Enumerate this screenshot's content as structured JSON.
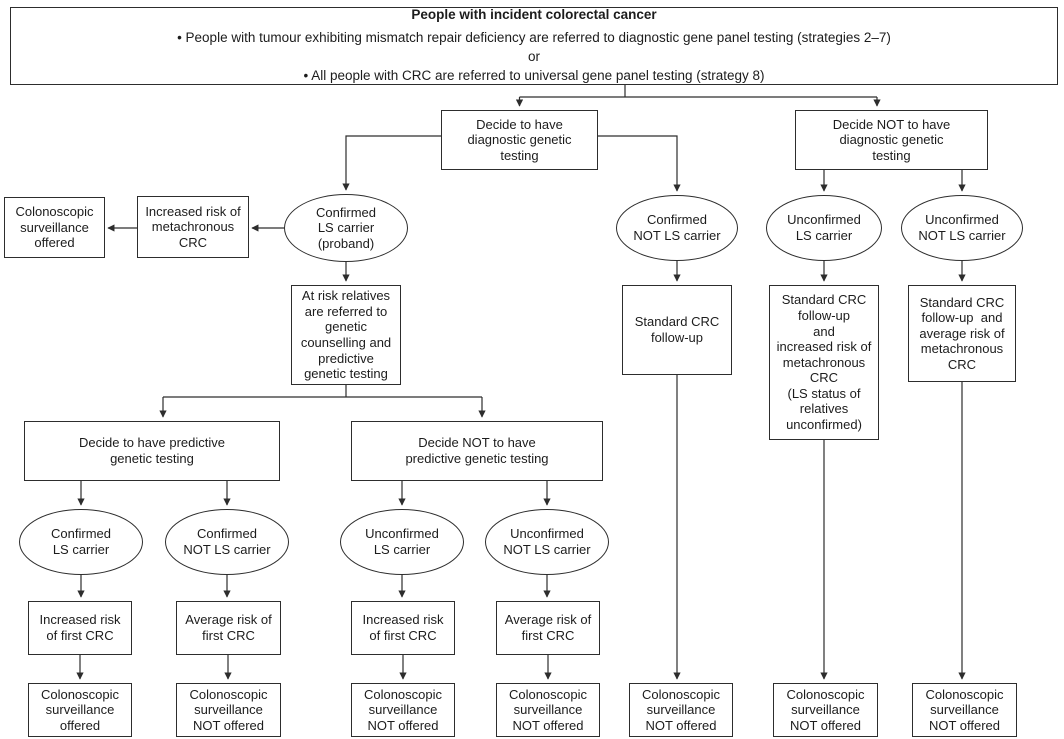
{
  "colors": {
    "border": "#2d2d2d",
    "text": "#1c1c1c",
    "background": "#ffffff"
  },
  "root_box": {
    "title": "People with incident colorectal cancer",
    "line1": "• People with tumour exhibiting mismatch repair deficiency are referred to diagnostic gene panel testing (strategies 2–7)",
    "line2": "or",
    "line3": "• All people with CRC are referred to universal gene panel testing (strategy 8)"
  },
  "nodes": {
    "decide_diagnostic_yes": "Decide to have\ndiagnostic genetic\ntesting",
    "decide_diagnostic_no": "Decide NOT to have\ndiagnostic genetic\ntesting",
    "colonoscopic_offered_proband": "Colonoscopic\nsurveillance\noffered",
    "increased_risk_metachronous": "Increased risk of\nmetachronous\nCRC",
    "confirmed_ls_proband": "Confirmed\nLS carrier\n(proband)",
    "confirmed_not_ls_diagnostic": "Confirmed\nNOT LS carrier",
    "unconfirmed_ls_diagnostic": "Unconfirmed\nLS carrier",
    "unconfirmed_not_ls_diagnostic": "Unconfirmed\nNOT LS carrier",
    "at_risk_relatives": "At risk relatives\nare referred to\ngenetic\ncounselling and\npredictive\ngenetic testing",
    "standard_crc_followup": "Standard CRC\nfollow-up",
    "standard_crc_followup_increased": "Standard CRC\nfollow-up\nand\nincreased risk of\nmetachronous\nCRC\n(LS status of\nrelatives\nunconfirmed)",
    "standard_crc_followup_average": "Standard CRC\nfollow-up  and\naverage risk of\nmetachronous\nCRC",
    "decide_predictive_yes": "Decide to have predictive\ngenetic testing",
    "decide_predictive_no": "Decide NOT to have\npredictive genetic testing",
    "confirmed_ls_predictive": "Confirmed\nLS carrier",
    "confirmed_not_ls_predictive": "Confirmed\nNOT LS carrier",
    "unconfirmed_ls_predictive": "Unconfirmed\nLS carrier",
    "unconfirmed_not_ls_predictive": "Unconfirmed\nNOT LS carrier",
    "increased_risk_first_crc_1": "Increased risk\nof first CRC",
    "average_risk_first_crc_1": "Average risk of\nfirst CRC",
    "increased_risk_first_crc_2": "Increased risk\nof first CRC",
    "average_risk_first_crc_2": "Average risk of\nfirst CRC"
  },
  "surveillance_row": [
    "Colonoscopic\nsurveillance\noffered",
    "Colonoscopic\nsurveillance\nNOT offered",
    "Colonoscopic\nsurveillance\nNOT offered",
    "Colonoscopic\nsurveillance\nNOT offered",
    "Colonoscopic\nsurveillance\nNOT offered",
    "Colonoscopic\nsurveillance\nNOT offered",
    "Colonoscopic\nsurveillance\nNOT offered"
  ]
}
